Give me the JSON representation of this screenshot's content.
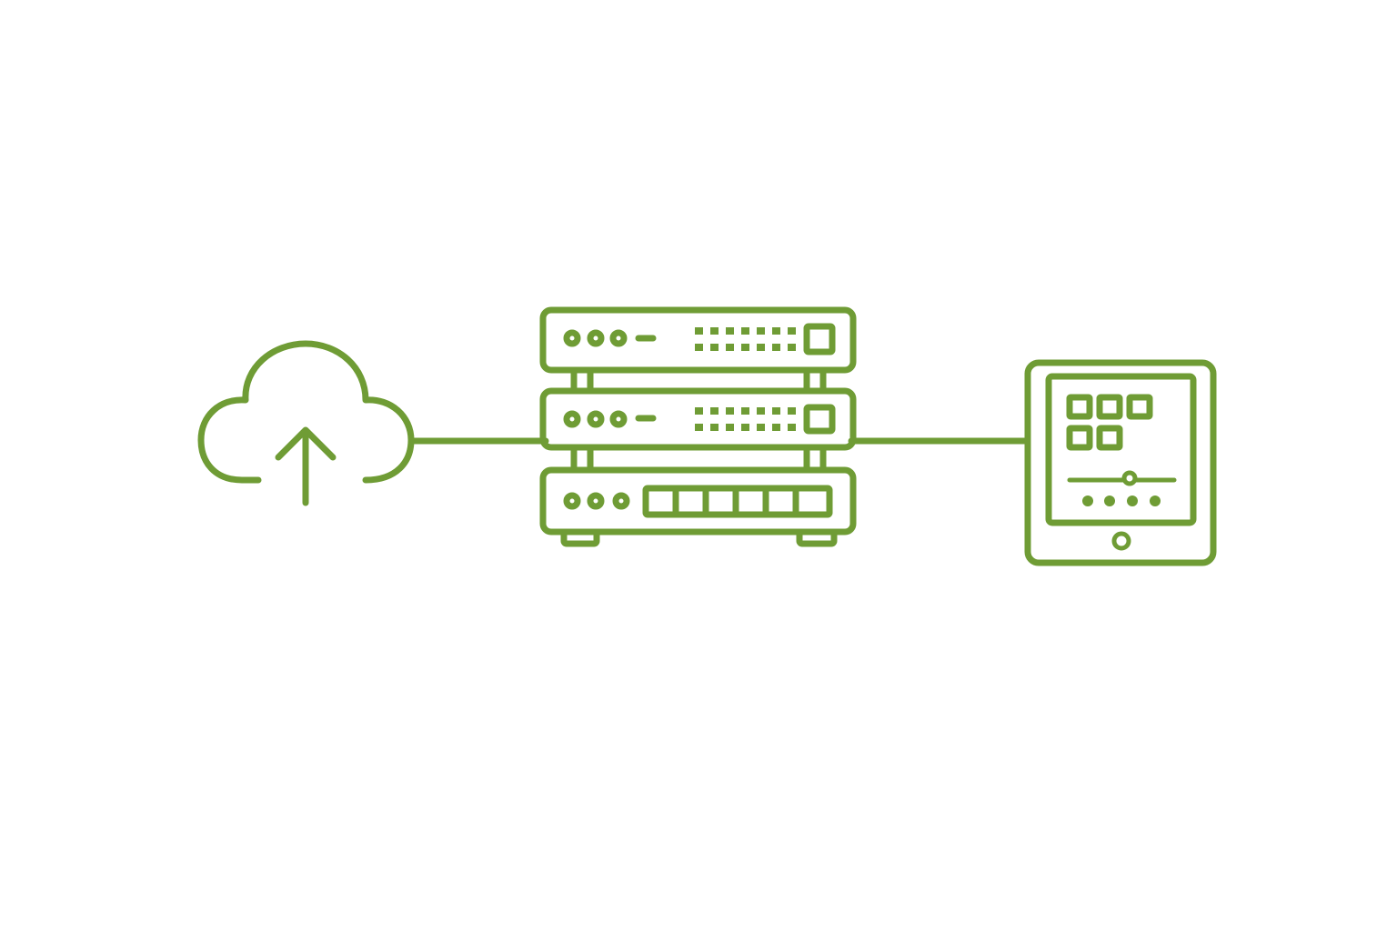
{
  "diagram": {
    "accent_color": "#6f9c35",
    "background_color": "#ffffff",
    "nodes": [
      {
        "id": "cloud",
        "icon": "cloud-upload-icon"
      },
      {
        "id": "server-rack",
        "icon": "server-rack-icon",
        "units": 3
      },
      {
        "id": "tablet",
        "icon": "tablet-icon"
      }
    ],
    "connections": [
      {
        "from": "cloud",
        "to": "server-rack"
      },
      {
        "from": "server-rack",
        "to": "tablet"
      }
    ]
  }
}
